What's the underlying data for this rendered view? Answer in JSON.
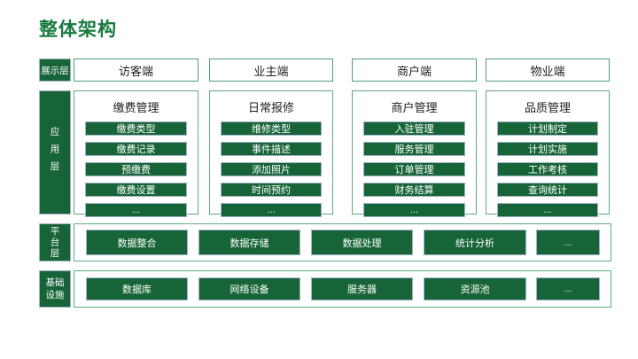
{
  "title": "整体架构",
  "colors": {
    "accent_green": "#177A3F",
    "box_fill_green": "#176438",
    "item_border_blue": "#9fb3cb",
    "outline_green": "#5fa983",
    "text_dark": "#1f1f1f"
  },
  "layers": {
    "display": {
      "label": "展示层",
      "boxes": [
        "访客端",
        "业主端",
        "商户端",
        "物业端"
      ]
    },
    "application": {
      "label": "应用层",
      "columns": [
        {
          "header": "缴费管理",
          "items": [
            "缴费类型",
            "缴费记录",
            "预缴费",
            "缴费设置",
            "..."
          ]
        },
        {
          "header": "日常报修",
          "items": [
            "维修类型",
            "事件描述",
            "添加照片",
            "时间预约",
            "..."
          ]
        },
        {
          "header": "商户管理",
          "items": [
            "入驻管理",
            "服务管理",
            "订单管理",
            "财务结算",
            "..."
          ]
        },
        {
          "header": "品质管理",
          "items": [
            "计划制定",
            "计划实施",
            "工作考核",
            "查询统计",
            "..."
          ]
        }
      ]
    },
    "platform": {
      "label": "平台层",
      "items": [
        "数据整合",
        "数据存储",
        "数据处理",
        "统计分析",
        "..."
      ]
    },
    "infrastructure": {
      "label": "基础设施",
      "items": [
        "数据库",
        "网络设备",
        "服务器",
        "资源池",
        "..."
      ]
    }
  }
}
